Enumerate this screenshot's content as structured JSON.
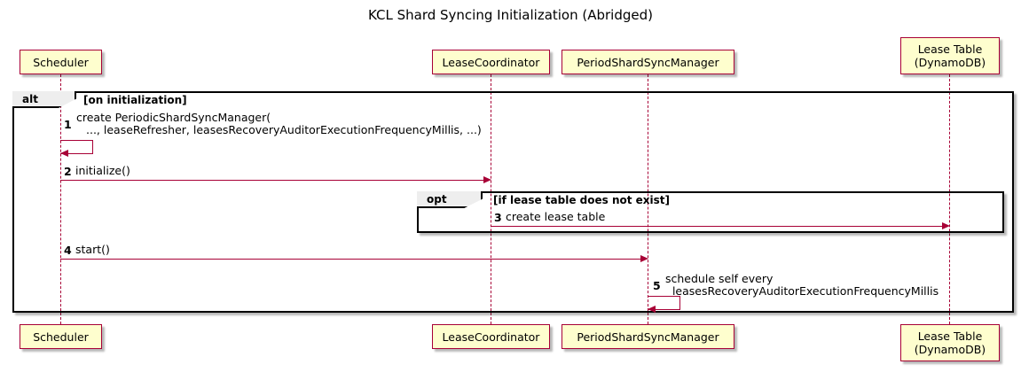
{
  "diagram": {
    "type": "sequence-diagram",
    "title": "KCL Shard Syncing Initialization (Abridged)",
    "participants": [
      {
        "id": "scheduler",
        "label": "Scheduler"
      },
      {
        "id": "leasecoordinator",
        "label": "LeaseCoordinator"
      },
      {
        "id": "periodshardsyncmanager",
        "label": "PeriodShardSyncManager"
      },
      {
        "id": "leasetable",
        "label_line1": "Lease Table",
        "label_line2": "(DynamoDB)"
      }
    ],
    "fragments": [
      {
        "id": "alt",
        "keyword": "alt",
        "guard": "[on initialization]"
      },
      {
        "id": "opt",
        "keyword": "opt",
        "guard": "[if lease table does not exist]"
      }
    ],
    "messages": [
      {
        "seq": "1",
        "from": "scheduler",
        "to": "scheduler",
        "self": true,
        "label_line1": "create PeriodicShardSyncManager(",
        "label_line2": "..., leaseRefresher, leasesRecoveryAuditorExecutionFrequencyMillis, ...)"
      },
      {
        "seq": "2",
        "from": "scheduler",
        "to": "leasecoordinator",
        "self": false,
        "label_line1": "initialize()",
        "label_line2": ""
      },
      {
        "seq": "3",
        "from": "leasecoordinator",
        "to": "leasetable",
        "self": false,
        "label_line1": "create lease table",
        "label_line2": ""
      },
      {
        "seq": "4",
        "from": "scheduler",
        "to": "periodshardsyncmanager",
        "self": false,
        "label_line1": "start()",
        "label_line2": ""
      },
      {
        "seq": "5",
        "from": "periodshardsyncmanager",
        "to": "periodshardsyncmanager",
        "self": true,
        "label_line1": "schedule self every",
        "label_line2": "  leasesRecoveryAuditorExecutionFrequencyMillis"
      }
    ],
    "colors": {
      "participant_fill": "#FEFECE",
      "participant_border": "#A80036",
      "arrow": "#A80036",
      "fragment_border": "#000000",
      "fragment_label_fill": "#EEEEEE",
      "background": "#FFFFFF",
      "text": "#000000"
    }
  }
}
